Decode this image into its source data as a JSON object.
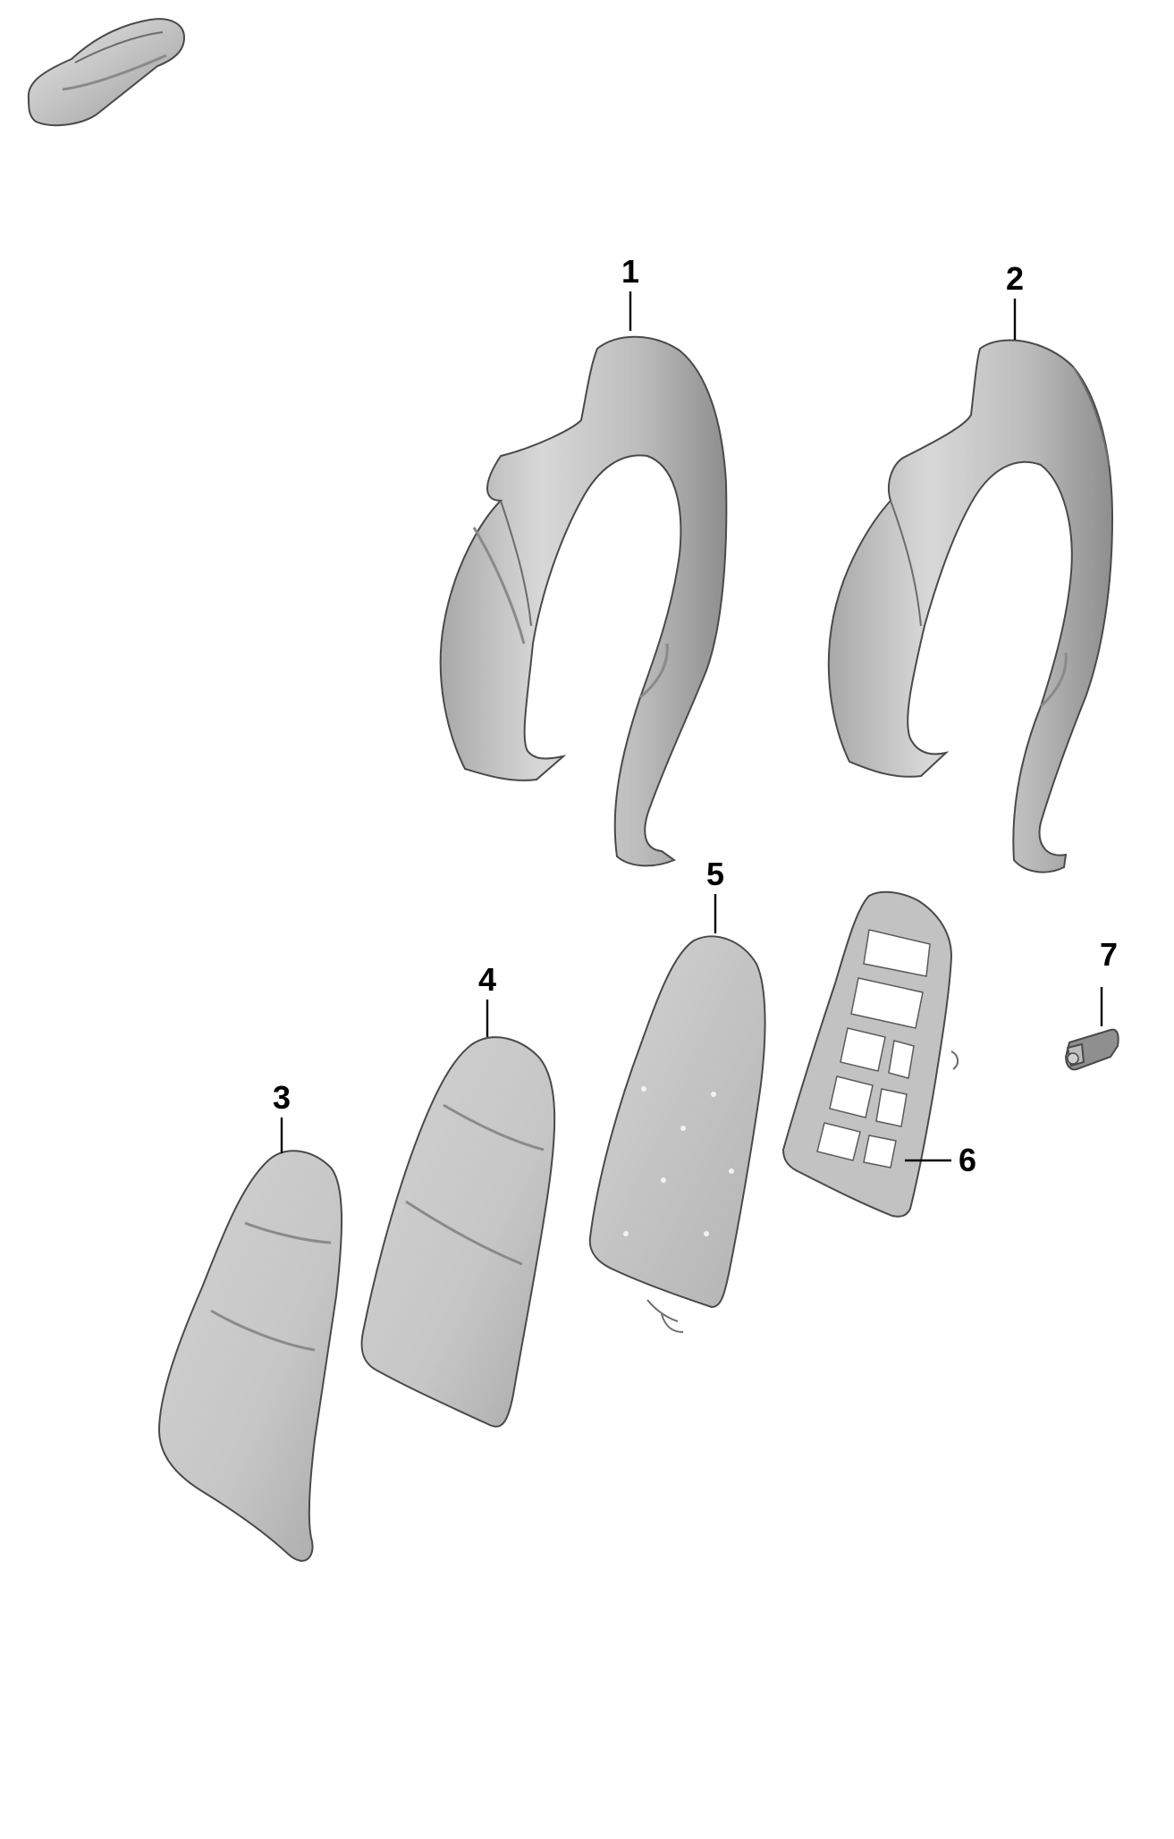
{
  "callouts": {
    "c1": "1",
    "c2": "2",
    "c3": "3",
    "c4": "4",
    "c5": "5",
    "c6": "6",
    "c7": "7"
  },
  "colors": {
    "background": "#ffffff",
    "part_light": "#d9d9d9",
    "part_mid": "#b8b8b8",
    "part_dark": "#8f8f8f",
    "line": "#000000"
  }
}
